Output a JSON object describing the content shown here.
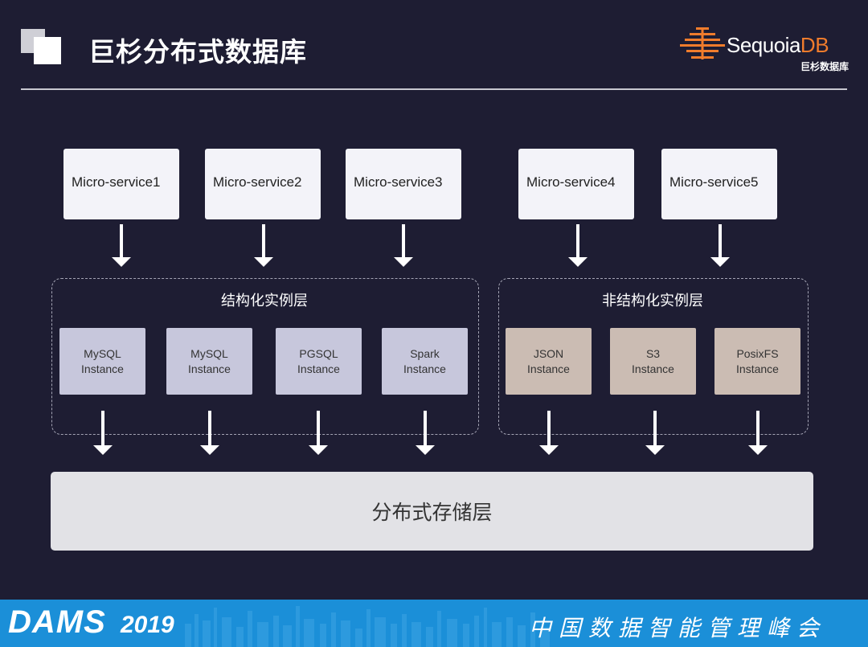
{
  "header": {
    "title": "巨杉分布式数据库",
    "brand": {
      "name_main": "Sequoia",
      "name_db": "DB",
      "subtitle": "巨杉数据库",
      "accent": "#f07c2c"
    }
  },
  "microservices": [
    {
      "label": "Micro-service1"
    },
    {
      "label": "Micro-service2"
    },
    {
      "label": "Micro-service3"
    },
    {
      "label": "Micro-service4"
    },
    {
      "label": "Micro-service5"
    }
  ],
  "groups": {
    "structured": {
      "label": "结构化实例层",
      "instances": [
        {
          "line1": "MySQL",
          "line2": "Instance"
        },
        {
          "line1": "MySQL",
          "line2": "Instance"
        },
        {
          "line1": "PGSQL",
          "line2": "Instance"
        },
        {
          "line1": "Spark",
          "line2": "Instance"
        }
      ]
    },
    "unstructured": {
      "label": "非结构化实例层",
      "instances": [
        {
          "line1": "JSON",
          "line2": "Instance"
        },
        {
          "line1": "S3",
          "line2": "Instance"
        },
        {
          "line1": "PosixFS",
          "line2": "Instance"
        }
      ]
    }
  },
  "storage": {
    "label": "分布式存储层"
  },
  "footer": {
    "event": "DAMS",
    "year": "2019",
    "summit": "中国数据智能管理峰会",
    "color": "#1b8fd8"
  }
}
